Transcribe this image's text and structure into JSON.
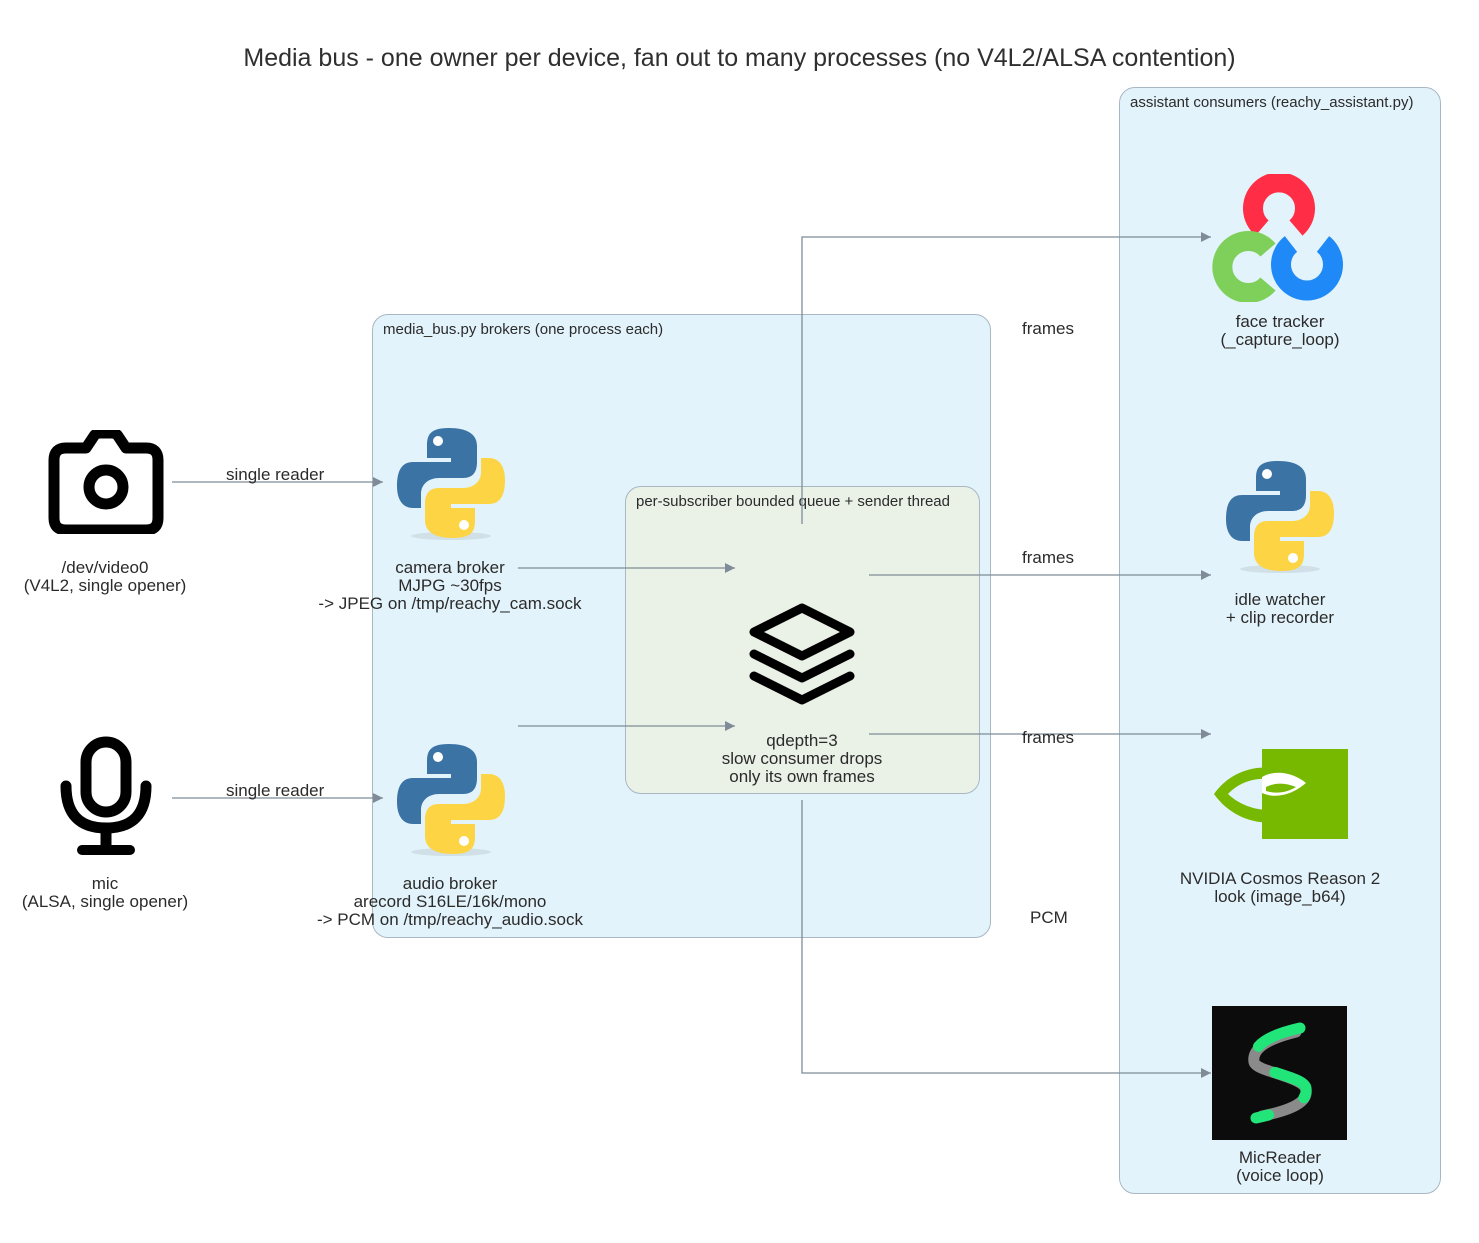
{
  "title": "Media bus - one owner per device, fan out to many processes (no V4L2/ALSA contention)",
  "clusters": {
    "brokers": "media_bus.py brokers (one process each)",
    "queue": "per-subscriber bounded queue + sender thread",
    "consumers": "assistant consumers (reachy_assistant.py)"
  },
  "nodes": {
    "camera_device": {
      "line1": "/dev/video0",
      "line2": "(V4L2, single opener)",
      "icon": "camera-icon"
    },
    "mic_device": {
      "line1": "mic",
      "line2": "(ALSA, single opener)",
      "icon": "microphone-icon"
    },
    "camera_broker": {
      "line1": "camera broker",
      "line2": "MJPG ~30fps",
      "line3": "-> JPEG on /tmp/reachy_cam.sock",
      "icon": "python-icon"
    },
    "audio_broker": {
      "line1": "audio broker",
      "line2": "arecord S16LE/16k/mono",
      "line3": "-> PCM on /tmp/reachy_audio.sock",
      "icon": "python-icon"
    },
    "queue": {
      "line1": "qdepth=3",
      "line2": "slow consumer drops",
      "line3": "only its own frames",
      "icon": "layers-icon"
    },
    "face_tracker": {
      "line1": "face tracker",
      "line2": "(_capture_loop)",
      "icon": "opencv-icon"
    },
    "idle_watcher": {
      "line1": "idle watcher",
      "line2": "+ clip recorder",
      "icon": "python-icon"
    },
    "cosmos": {
      "line1": "NVIDIA Cosmos Reason 2",
      "line2": "look (image_b64)",
      "icon": "nvidia-icon"
    },
    "mic_reader": {
      "line1": "MicReader",
      "line2": "(voice loop)",
      "icon": "silero-icon"
    }
  },
  "edges": {
    "camera_to_broker": "single reader",
    "mic_to_broker": "single reader",
    "to_face_tracker": "frames",
    "to_idle_watcher": "frames",
    "to_cosmos": "frames",
    "to_mic_reader": "PCM"
  },
  "colors": {
    "cluster_fill": "#e3f3fb",
    "queue_fill": "#eaf1e7",
    "edge": "#7f8c97",
    "python_blue": "#3b73a5",
    "python_yellow": "#fdd444",
    "opencv_red": "#ff2d45",
    "opencv_green": "#7ed05a",
    "opencv_blue": "#1f8af7",
    "nvidia_green": "#76b900",
    "silero_green": "#22e57a"
  }
}
